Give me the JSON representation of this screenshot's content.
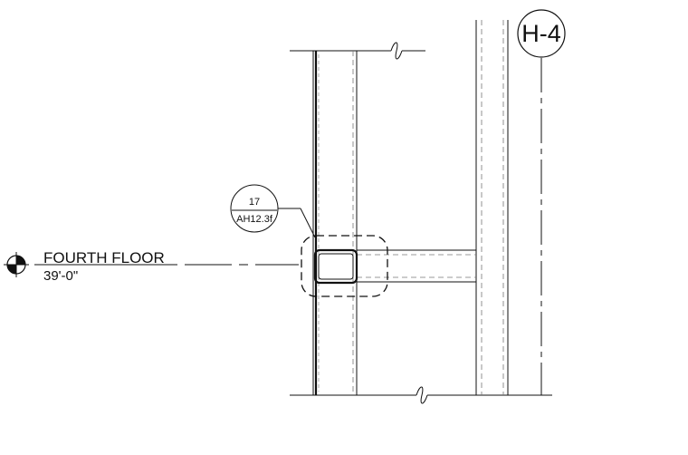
{
  "grid_bubble": {
    "label": "H-4"
  },
  "level_marker": {
    "name": "FOURTH FLOOR",
    "elevation": "39'-0\""
  },
  "detail_callout": {
    "detail_number": "17",
    "sheet_number": "AH12.3f"
  },
  "colors": {
    "line": "#111111",
    "hidden_line": "#777777",
    "background": "#ffffff"
  }
}
